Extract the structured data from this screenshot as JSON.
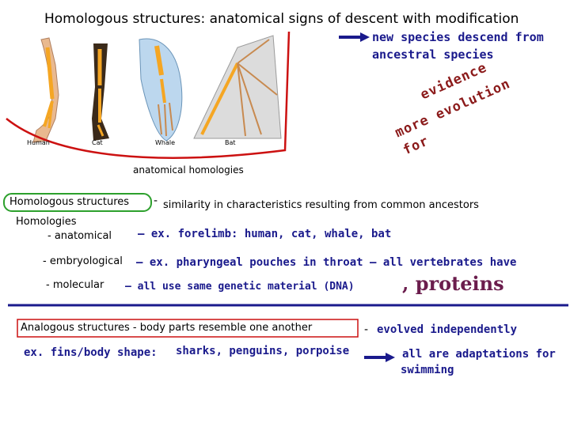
{
  "title": "Homologous structures: anatomical signs of descent with modification",
  "arrow_note": {
    "line1": "new species descend from",
    "line2": "ancestral species"
  },
  "handwriting": {
    "line1": "evidence",
    "line2": "more evolution",
    "line3": "for"
  },
  "figure": {
    "caption": "anatomical homologies",
    "labels": [
      "Human",
      "Cat",
      "Whale",
      "Bat"
    ]
  },
  "definition": {
    "term": "Homologous structures",
    "dash": "-",
    "text": "similarity in characteristics resulting from common ancestors"
  },
  "homologies": {
    "heading": "Homologies",
    "anatomical_label": "- anatomical",
    "anatomical_example": "– ex. forelimb: human, cat, whale, bat",
    "embryological_label": "- embryological",
    "embryological_example": "– ex. pharyngeal pouches in throat – all vertebrates have",
    "molecular_label": "- molecular",
    "molecular_example": "– all use same genetic material (DNA)",
    "proteins_note": ", proteins"
  },
  "analogous": {
    "term_line": "Analogous structures - body parts resemble one another",
    "dash": "-",
    "evolved": "evolved independently",
    "example": "ex. fins/body shape:",
    "example_items": "sharks, penguins, porpoise",
    "adaptations_line1": "all are adaptations for",
    "adaptations_line2": "swimming"
  },
  "colors": {
    "accent_blue": "#1a1a8c",
    "underline_red": "#cc1111",
    "green_box": "#2ca02c",
    "limb_yellow": "#f5a623"
  }
}
